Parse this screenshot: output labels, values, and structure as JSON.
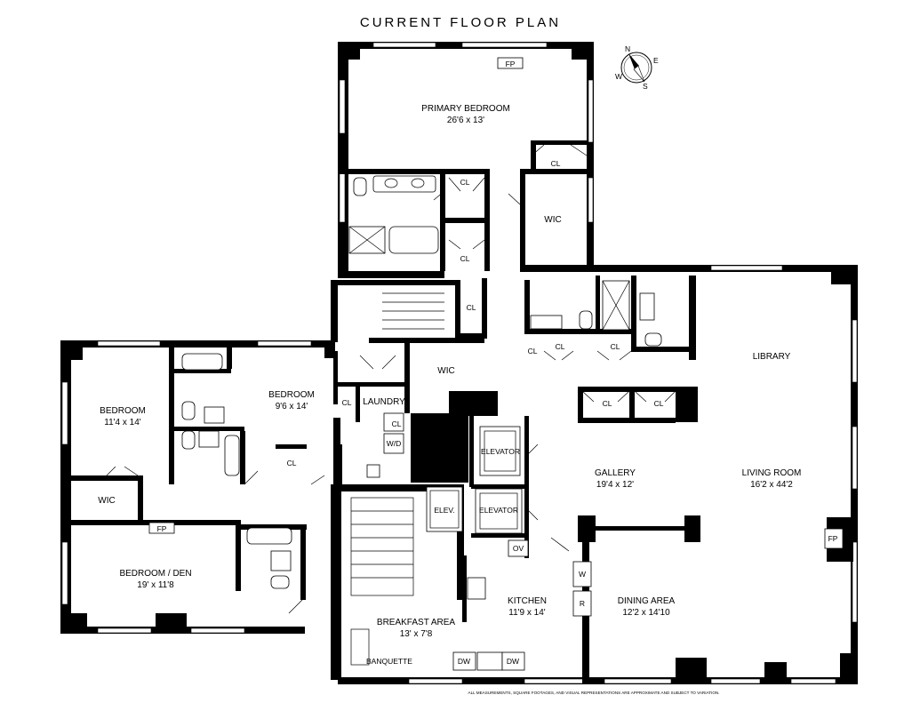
{
  "title": "CURRENT FLOOR PLAN",
  "compass": {
    "n": "N",
    "e": "E",
    "s": "S",
    "w": "W"
  },
  "disclaimer": "ALL MEASUREMENTS, SQUARE FOOTAGES, AND VISUAL REPRESENTATIONS ARE APPROXIMATE AND SUBJECT TO VARIATION.",
  "rooms": {
    "primary_bedroom": {
      "name": "PRIMARY BEDROOM",
      "dims": "26'6 x 13'"
    },
    "bedroom_left": {
      "name": "BEDROOM",
      "dims": "11'4 x 14'"
    },
    "bedroom_mid": {
      "name": "BEDROOM",
      "dims": "9'6 x 14'"
    },
    "bedroom_den": {
      "name": "BEDROOM / DEN",
      "dims": "19' x 11'8"
    },
    "gallery": {
      "name": "GALLERY",
      "dims": "19'4 x 12'"
    },
    "living_room": {
      "name": "LIVING ROOM",
      "dims": "16'2 x 44'2"
    },
    "library": {
      "name": "LIBRARY"
    },
    "kitchen": {
      "name": "KITCHEN",
      "dims": "11'9 x 14'"
    },
    "dining_area": {
      "name": "DINING AREA",
      "dims": "12'2 x 14'10"
    },
    "breakfast_area": {
      "name": "BREAKFAST AREA",
      "dims": "13' x 7'8"
    },
    "laundry": {
      "name": "LAUNDRY"
    }
  },
  "labels": {
    "cl": "CL",
    "wic": "WIC",
    "fp": "FP",
    "wd": "W/D",
    "elevator": "ELEVATOR",
    "elev": "ELEV.",
    "ov": "OV",
    "w": "W",
    "r": "R",
    "dw": "DW",
    "banquette": "BANQUETTE"
  }
}
